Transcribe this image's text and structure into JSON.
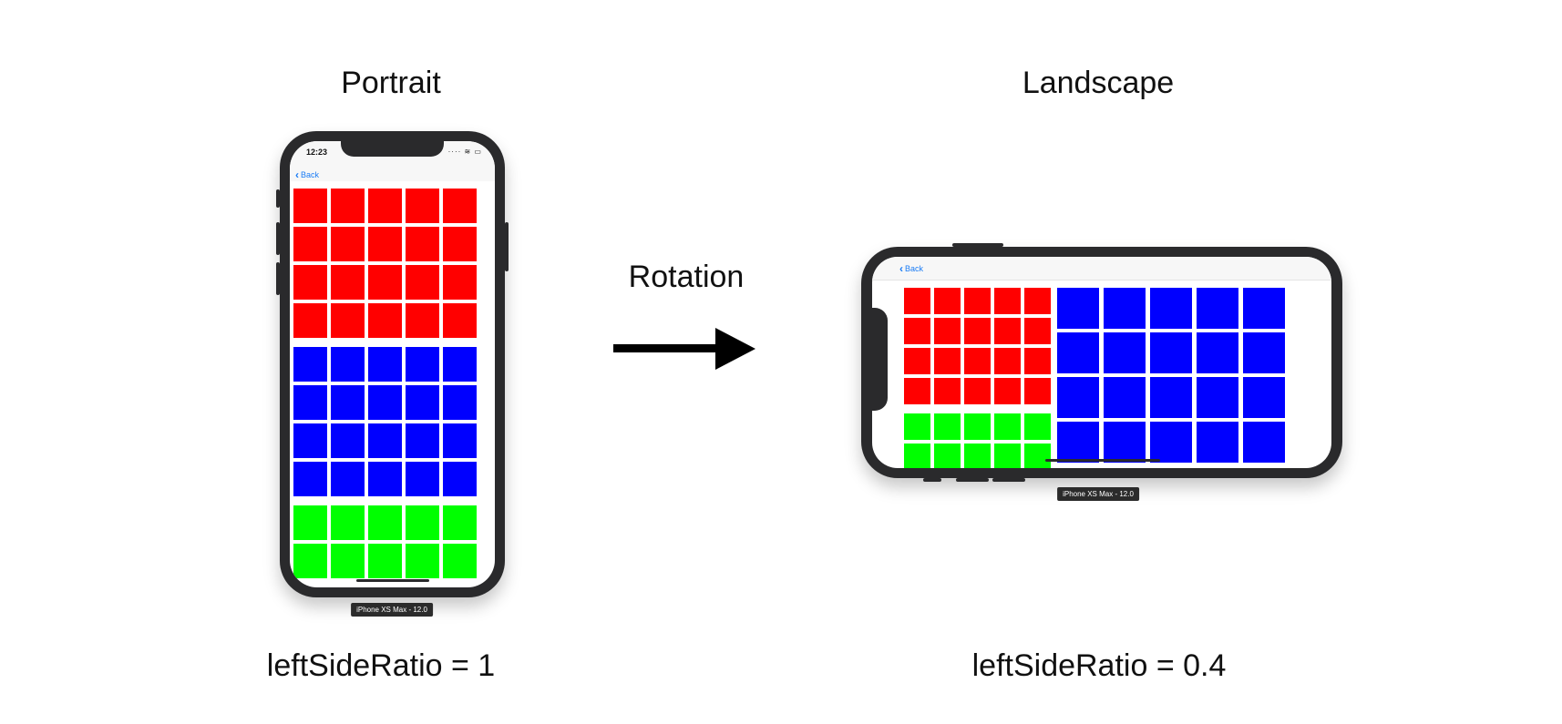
{
  "titles": {
    "portrait": "Portrait",
    "landscape": "Landscape",
    "rotation": "Rotation"
  },
  "captions": {
    "portrait": "leftSideRatio = 1",
    "landscape": "leftSideRatio = 0.4"
  },
  "portrait_phone": {
    "time": "12:23",
    "status_icons": "···· ≋ ▭",
    "back_label": "Back",
    "simulator_label": "iPhone XS Max - 12.0"
  },
  "landscape_phone": {
    "back_label": "Back",
    "simulator_label": "iPhone XS Max - 12.0"
  },
  "colors": {
    "red": "#ff0000",
    "blue": "#0000ff",
    "green": "#00ff00",
    "link": "#1a7cf5",
    "device": "#2a2a2c"
  },
  "icons": {
    "back": "chevron-left-icon",
    "arrow": "right-arrow-icon"
  }
}
